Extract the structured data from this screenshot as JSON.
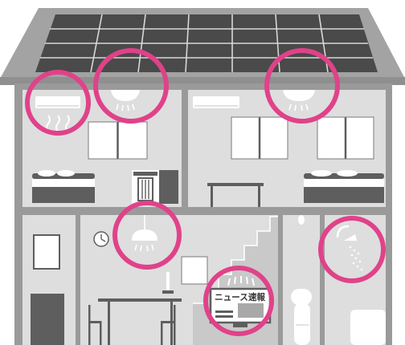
{
  "colors": {
    "roof": "#a3a3a3",
    "wall": "#9a9a9a",
    "room": "#dedede",
    "panel": "#4a4a4a",
    "panel_grid": "#d8d8d8",
    "furniture_dark": "#5e5e5e",
    "highlight_ring": "#e0428a"
  },
  "tv": {
    "headline": "ニュース速報"
  },
  "highlights": [
    {
      "name": "upstairs-air-conditioner"
    },
    {
      "name": "upstairs-left-ceiling-light"
    },
    {
      "name": "upstairs-right-ceiling-light"
    },
    {
      "name": "living-room-pendant-lamp"
    },
    {
      "name": "television-news-alert"
    },
    {
      "name": "bathroom-shower"
    }
  ]
}
